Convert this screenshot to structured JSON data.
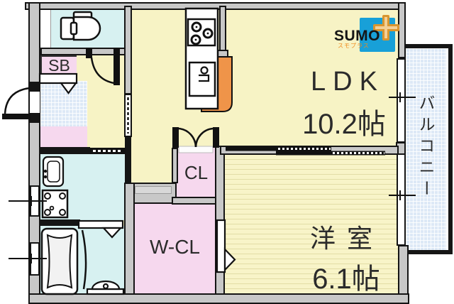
{
  "branding": {
    "logo_text": "SUMO",
    "logo_subtext": "スモプラス",
    "logo_bg_color": "#18a0d8",
    "logo_plus_color": "#d9952f",
    "logo_text_color": "#151515"
  },
  "rooms": {
    "ldk": {
      "label": "LDK",
      "size": "10.2帖"
    },
    "western_room": {
      "label": "洋室",
      "size": "6.1帖"
    },
    "balcony": {
      "label": "バルコニー"
    },
    "closet": {
      "label": "CL"
    },
    "walk_in_closet": {
      "label": "W-CL"
    },
    "shoe_box": {
      "label": "SB"
    }
  },
  "palette": {
    "floor_yellow": "#f7f3c5",
    "wet_area_cyan": "#d7f1f1",
    "storage_pink": "#f6d8ee",
    "tile_blue": "#dde9f6",
    "wall_gray": "#c8c8c8",
    "counter_orange": "#ef9449",
    "line_black": "#151515"
  },
  "icons": {
    "toilet": "toilet-icon",
    "stove": "stove-icon",
    "sink": "sink-icon",
    "bathtub": "bathtub-icon",
    "washbasin": "washbasin-icon",
    "washing_machine_pan": "washer-pan-icon",
    "entrance_door": "entrance-door-icon",
    "double_door": "cl-double-door-icon",
    "sliding_door": "sliding-door-icon"
  }
}
